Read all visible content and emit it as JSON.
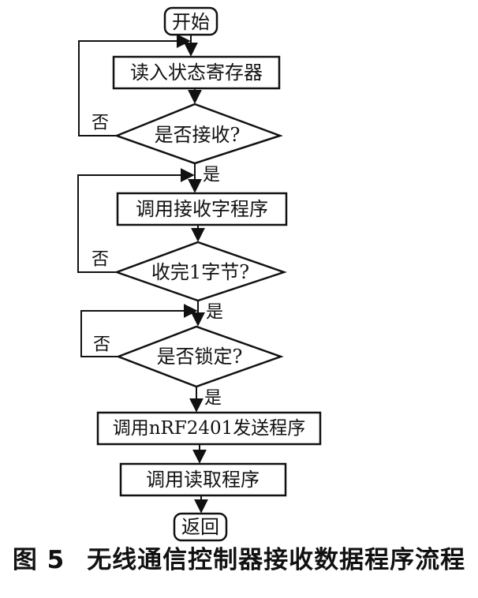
{
  "nodes": {
    "start": "开始",
    "read_status": "读入状态寄存器",
    "is_received": "是否接收?",
    "call_receive_byte": "调用接收字程序",
    "byte_done": "收完1字节?",
    "is_locked": "是否锁定?",
    "call_nrf_send": "调用nRF2401发送程序",
    "call_read": "调用读取程序",
    "return": "返回"
  },
  "branch_labels": {
    "received_no": "否",
    "received_yes": "是",
    "byte_done_no": "否",
    "byte_done_yes": "是",
    "locked_no": "否",
    "locked_yes": "是"
  },
  "caption": {
    "number": "图 5",
    "title": "无线通信控制器接收数据程序流程"
  }
}
